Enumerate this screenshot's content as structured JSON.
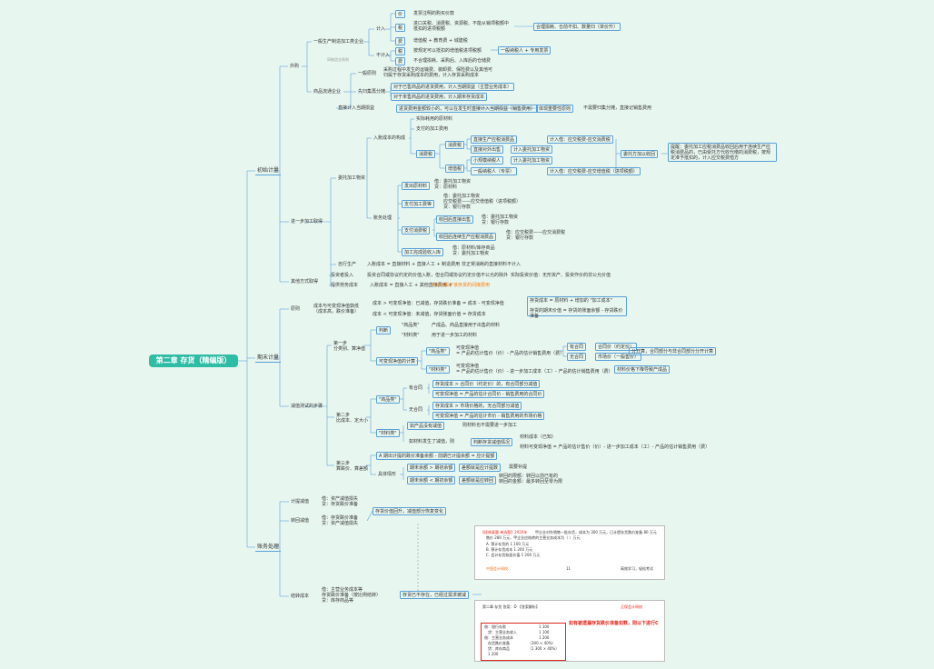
{
  "root": "第二章 存货（精编版）",
  "level1": [
    "初始计量",
    "期末计量",
    "账务处理"
  ],
  "init": {
    "purchase": "外购",
    "further": "进一步加工取得",
    "other": "其他方式取得",
    "general": "一般生产制造加工类企业",
    "goods": "商品流通企业",
    "in_cost": "计入",
    "not_in_cost": "不计入",
    "price": "价",
    "tax": "税",
    "fee": "费",
    "price_d": "发票注明的购买价款",
    "tax_d1": "进口关税、消费税、资源税、不能从销项税额中抵扣的进项税额",
    "tax_d2": "增值税 + 教育费 + 城建税",
    "tax_d3": "按规定可以抵扣的增值税进项税额",
    "tax_d4": "不合理损耗、采购后、入库后的仓储费",
    "summary": "合理损耗、仓前不扣、数量归（单价升）",
    "general_taxpayer": "一般纳税人 + 专用发票",
    "same_as": "同制造业原则",
    "gen_prin": "一般原则",
    "gen_prin_d": "采购过程中发生的运输费、装卸费、保险费以及其他可归属于存货采购成本的费用，计入存货采购成本",
    "first_coll": "先归集再分摊",
    "first_d1": "对于已售商品的进货费用，计入当期损益（主营业务成本）",
    "first_d2": "对于未售商品的进货费用，计入期末存货成本",
    "direct": "直接计入当期损益",
    "direct_d": "进货费用金额较小的，可以在发生时直接计入当期损益（销售费用）",
    "direct_h": "体现重要性原则",
    "direct_h2": "不需要归集分摊，直接记销售费用",
    "entrust": "委托加工物资",
    "in_entrust": "入账成本的构成",
    "e1": "实际耗用的原材料",
    "e2": "支付的加工费用",
    "consumption": "消费税",
    "vat_label": "增值税",
    "c1": "直接生产应税消费品",
    "c1r": "计入借：应交税费-应交消费税",
    "c2": "直接对外出售",
    "c2r": "计入委托加工物资",
    "c3": "小规模纳税人",
    "c3r": "计入委托加工物资",
    "c4": "一般纳税人（专票）",
    "c4r": "计入借：应交税费-应交增值税（进项税额）",
    "entrust_coll": "委托方加以收回",
    "entrust_note": "提醒：委托加工应税消费品收回后用于连续生产应税消费品的，已由受托方代收代缴的消费税，按规定准予抵扣的，计入应交税费借方",
    "acct": "账务处理",
    "a1": "发出原材料",
    "a1r": "借：委托加工物资\n贷：原材料",
    "a2": "支付加工费等",
    "a2r": "借：委托加工物资\n应交税费——应交增值税（进项税额）\n贷：银行存款",
    "a3": "支付消费税",
    "a3a": "收回后直接出售",
    "a3ar": "借：委托加工物资\n贷：银行存款",
    "a3b": "收回后连续生产应税消费品",
    "a3br": "借：应交税费——应交消费税\n贷：银行存款",
    "a4": "加工完成验收入库",
    "a4r": "借：原材料/库存商品\n贷：委托加工物资",
    "self": "自行生产",
    "self_d": "入账成本 = 直接材料 + 直接人工 + 制造费用",
    "self_r": "非正常消耗的直接材料不计入",
    "inv": "投资者投入",
    "inv_d": "投资合同或协议约定的价值入账，但合同或协议约定价值不公允的除外",
    "inv_r": "实际投资价值：无形资产、投资作价的非公允价值",
    "svc": "提供劳务成本",
    "svc_d": "入账成本 = 直接人工 + 其他直接费用 + ",
    "svc_o": "可以归属于该存货的间接费用"
  },
  "period": {
    "principle": "原则",
    "principle_d": "成本与可变现净值孰低\n（成本高，跌价准备）",
    "p1": "成本 > 可变现净值：已减值，存货跌价准备 = 成本 - 可变现净值",
    "p2": "成本 < 可变现净值：未减值，存货账面价值 = 存货成本",
    "p_note1": "存货成本 = 原材料 + 增加的 \"加工成本\"",
    "p_note2": "存货的期末价值 = 存货的账面余额 - 存货跌价准备",
    "test": "减值测试的步骤",
    "step1": "第一步\n分类别、算净值",
    "judge": "判断",
    "j1": "\"商品类\"",
    "j1d": "产成品、商品直接用于出售的材料",
    "j2": "\"材料类\"",
    "j2d": "用于进一步加工的材料",
    "nrv": "可变现净值的计算",
    "n1": "\"商品类\"",
    "n1d": "可变现净值\n= 产品的估计售价（价）- 产品的估计销售费用（费）",
    "has_contract": "有合同",
    "no_contract": "无合同",
    "hc_d": "合同价（约定价）",
    "nc_d": "市场价（一般售价）",
    "nc_r": "分开算，合同部分与非合同部分分开计算",
    "n2": "\"材料类\"",
    "n2d": "可变现净值\n= 产品的估计售价（价）- 进一步加工成本（工）- 产品的估计销售费用（费）",
    "n2r": "材料价格下降导致产成品",
    "step2": "第二步\n比成本、定大小",
    "s2a": "\"商品类\"",
    "s2a_yes": "有合同",
    "s2a_no": "无合同",
    "s2a1": "存货成本 > 合同价（约定价）的，有合同部分减值",
    "s2a2": "可变现净值 = 产品的估计合同价 - 销售费用的合同价",
    "s2a3": "存货成本 > 市场价格的，无合同部分减值",
    "s2a4": "可变现净值 = 产品的估计市价 - 销售费用的市场价格",
    "s2b": "\"材料类\"",
    "s2b1": "如产品没有减值",
    "s2b1r": "则材料也不需要进一步加工",
    "s2b2": "如材料发生了减值，则",
    "s2b2r": "判断存货减值情况",
    "s2b3": "材料成本（已知）",
    "s2b4": "材料可变现净值 = 产品的估计售价（价）- 进一步加工成本（工）- 产品的估计销售费用（费）",
    "step3": "第三步\n算跌价、算差额",
    "s3": "A 期出计提的跌价准备余额 - 前期已计提余额 = 应计提额",
    "specific": "具体情形",
    "sp1": "期末余额 > 期初余额",
    "sp1r": "差额就是应计提数",
    "sp1b": "需要补提",
    "sp2": "期末余额 < 期初余额",
    "sp2r": "差额就是应转回",
    "sp2b": "转回的限额：转回以前已有的\n转回的金额：最多转回至零为限"
  },
  "acct": {
    "provision": "计提减值",
    "provision_d": "借：资产减值损失\n贷：存货跌价准备",
    "reversal": "转回减值",
    "reversal_d": "借：存货跌价准备\n贷：资产减值损失",
    "r_note": "存货价值回升，减值部分恢复变化",
    "sale": "结转成本",
    "sale_d": "借：主营业务成本等\n存货跌价准备（按比例结转）\n贷：库存商品等",
    "sale_note": "存货已不存在，已经过需求被减",
    "callout": "如有被遗漏存货跌价准备如数，则以下进行C"
  },
  "exam": {
    "title": "【经典真题·单选题】2020年",
    "q1": "甲企业对外销售一批存货，成本为 300 万元，已计提存货跌价准备 80 万元",
    "q2": "售价 280 万元，甲企业应结转的主营业务成本为（ ）万元",
    "o1": "A. 预计存货的 1 100 万元",
    "o2": "B. 预计存货成本 1 200 万元",
    "o3": "C. 会计存货账面价值 1 200 万元",
    "brand": "中国会计网校",
    "page": "11",
    "slogan": "高效学习，轻松考试",
    "ans": "第二章 存货   答案：D   【答案解析】",
    "entry1": "借：银行存款",
    "entry2": "贷：主营业务收入",
    "entry3": "借：主营业务成本",
    "entry4": "存货跌价准备",
    "entry5": "贷：库存商品",
    "n1": "1 100",
    "n2": "1 100",
    "n3": "1 200",
    "n4": "（300 × 40%）",
    "n5": "（1 300 × 40%）",
    "n6": "1 200",
    "logo2": "正保会计网校"
  }
}
